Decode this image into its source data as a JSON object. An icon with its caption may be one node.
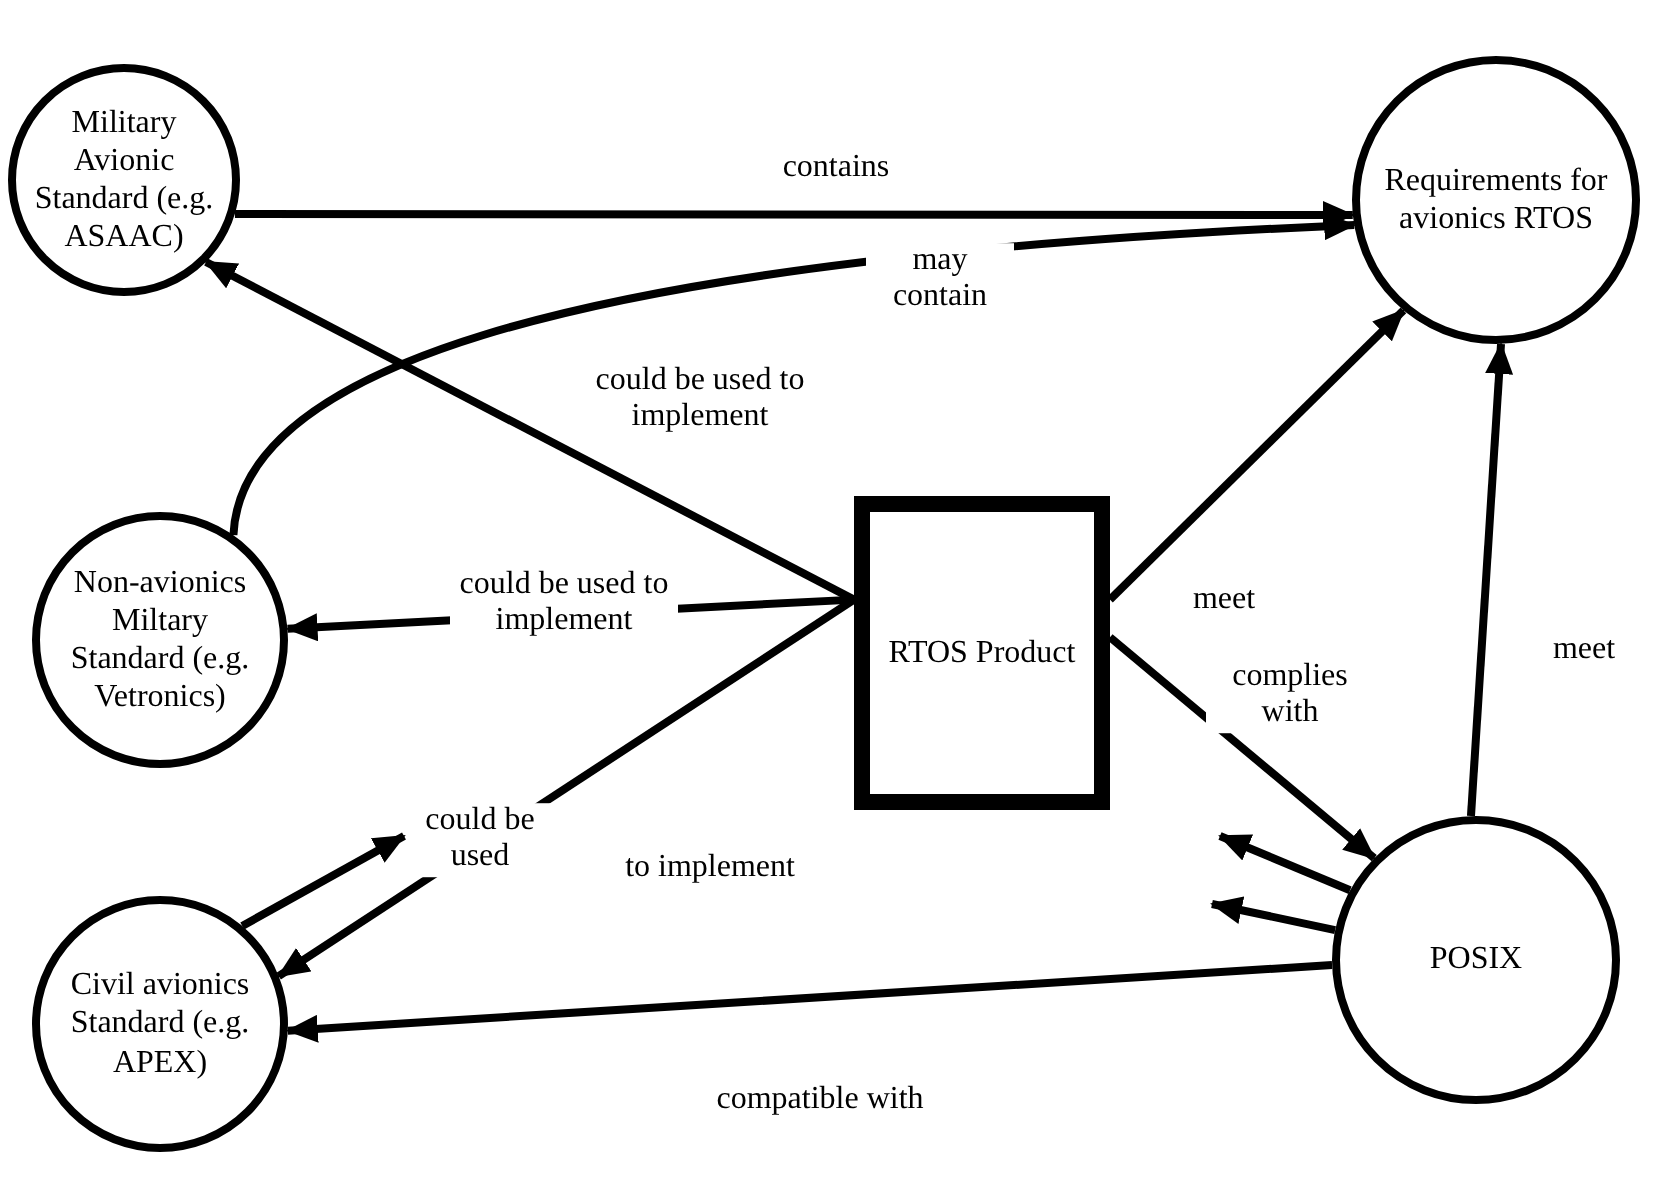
{
  "diagram": {
    "nodes": [
      {
        "text": [
          "Military Avionic Standard (e.g. ASAAC)"
        ]
      },
      {
        "text": [
          "Requirements for avionics RTOS"
        ]
      },
      {
        "text": [
          "Non-avionics Miltary Standard (e.g. Vetronics)"
        ]
      },
      {
        "text": [
          "RTOS Product"
        ]
      },
      {
        "text": [
          "Civil avionics Standard (e.g. APEX)"
        ]
      },
      {
        "text": [
          "POSIX"
        ]
      }
    ],
    "edges": [
      {
        "from": 0,
        "to": 1,
        "arrow": "to",
        "label": "contains"
      },
      {
        "from": 2,
        "to": 1,
        "arrow": "to",
        "label": "may contain"
      },
      {
        "from": 3,
        "to": 0,
        "arrow": "to",
        "label": "could be used to implement"
      },
      {
        "from": 3,
        "to": 2,
        "arrow": "to",
        "label": "could be used to implement"
      },
      {
        "from": 3,
        "to": 4,
        "arrow": "to",
        "label": "to implement"
      },
      {
        "from": 3,
        "to": 1,
        "arrow": "to",
        "label": "meet"
      },
      {
        "from": 3,
        "to": 5,
        "arrow": "to",
        "label": "complies with"
      },
      {
        "from": 5,
        "to": 1,
        "arrow": "to",
        "label": "meet"
      },
      {
        "from": 5,
        "to": 4,
        "arrow": "to",
        "label": "compatible with"
      },
      {
        "from": 5,
        "to": null,
        "arrow": "to"
      },
      {
        "from": 5,
        "to": null,
        "arrow": "to"
      },
      {
        "from": 4,
        "to": null,
        "arrow": "to",
        "label": "could be used"
      }
    ]
  }
}
